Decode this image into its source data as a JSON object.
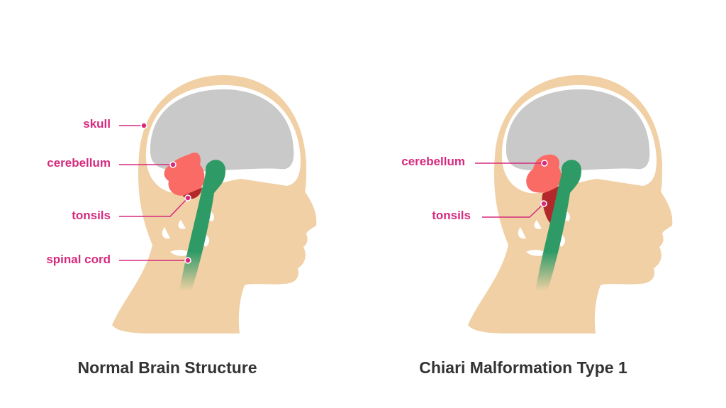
{
  "colors": {
    "skin": "#f0d0a4",
    "brain": "#c9c9c9",
    "cerebellum": "#fb6b66",
    "tonsils": "#b3282b",
    "spinal_cord": "#2e9a66",
    "label": "#d62a7f",
    "title": "#333333"
  },
  "left": {
    "title": "Normal Brain Structure",
    "labels": {
      "skull": "skull",
      "cerebellum": "cerebellum",
      "tonsils": "tonsils",
      "spinal_cord": "spinal cord"
    }
  },
  "right": {
    "title": "Chiari Malformation Type 1",
    "labels": {
      "cerebellum": "cerebellum",
      "tonsils": "tonsils"
    }
  }
}
